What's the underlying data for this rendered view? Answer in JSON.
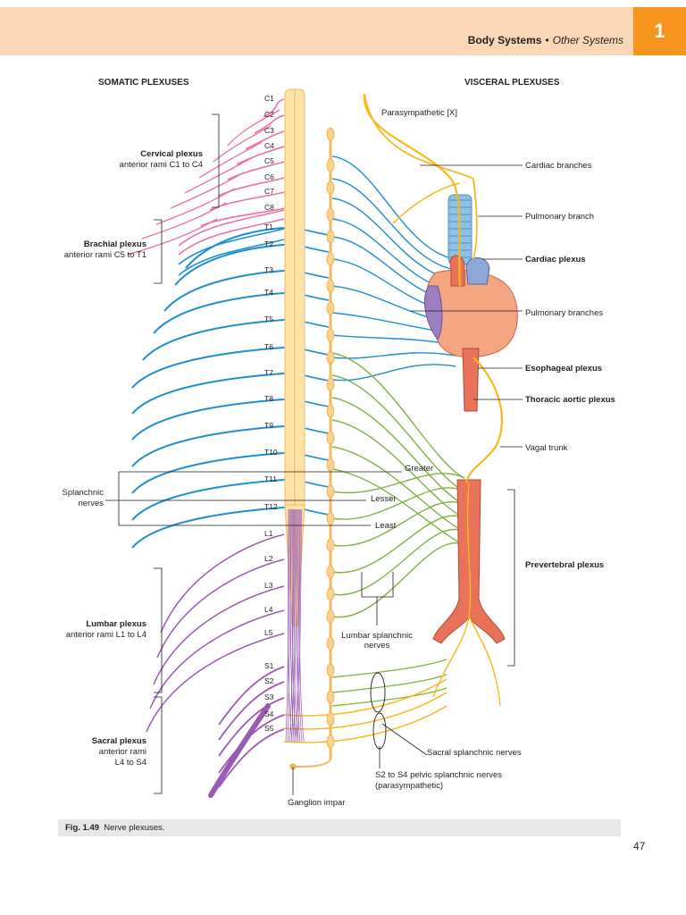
{
  "header": {
    "chapter_number": "1",
    "section_bold": "Body Systems",
    "separator": "•",
    "section_italic": "Other Systems"
  },
  "headings": {
    "somatic": "SOMATIC PLEXUSES",
    "visceral": "VISCERAL PLEXUSES"
  },
  "spinal_segments": {
    "cervical": [
      "C1",
      "C2",
      "C3",
      "C4",
      "C5",
      "C6",
      "C7",
      "C8"
    ],
    "thoracic": [
      "T1",
      "T2",
      "T3",
      "T4",
      "T5",
      "T6",
      "T7",
      "T8",
      "T9",
      "T10",
      "T11",
      "T12"
    ],
    "lumbar": [
      "L1",
      "L2",
      "L3",
      "L4",
      "L5"
    ],
    "sacral": [
      "S1",
      "S2",
      "S3",
      "S4",
      "S5"
    ]
  },
  "somatic_labels": {
    "cervical_title": "Cervical plexus",
    "cervical_sub": "anterior rami C1 to C4",
    "brachial_title": "Brachial plexus",
    "brachial_sub": "anterior rami C5 to T1",
    "splanchnic_line1": "Splanchnic",
    "splanchnic_line2": "nerves",
    "lumbar_title": "Lumbar plexus",
    "lumbar_sub": "anterior rami L1 to L4",
    "sacral_title": "Sacral plexus",
    "sacral_sub1": "anterior rami",
    "sacral_sub2": "L4 to S4"
  },
  "visceral_labels": {
    "parasympathetic": "Parasympathetic [X]",
    "cardiac_branches": "Cardiac branches",
    "pulmonary_branch": "Pulmonary branch",
    "cardiac_plexus": "Cardiac plexus",
    "pulmonary_branches": "Pulmonary branches",
    "esophageal_plexus": "Esophageal plexus",
    "thoracic_aortic_plexus": "Thoracic aortic plexus",
    "vagal_trunk": "Vagal trunk",
    "greater": "Greater",
    "lesser": "Lesser",
    "least": "Least",
    "prevertebral_plexus": "Prevertebral plexus",
    "lumbar_splanchnic_1": "Lumbar splanchnic",
    "lumbar_splanchnic_2": "nerves",
    "sacral_splanchnic": "Sacral splanchnic nerves",
    "pelvic_splanchnic_1": "S2 to S4 pelvic splanchnic nerves",
    "pelvic_splanchnic_2": "(parasympathetic)",
    "ganglion_impar": "Ganglion impar"
  },
  "caption": {
    "figure": "Fig. 1.49",
    "text": "Nerve plexuses."
  },
  "page_number": "47",
  "colors": {
    "header_bg": "#fbd6b4",
    "chapter_box": "#f7941d",
    "cervical_nerve": "#ee6fa8",
    "thoracic_nerve": "#1b8fd2",
    "lumbosacral_nerve": "#9b59b6",
    "sympathetic_green": "#7fb241",
    "parasympathetic_yellow": "#f9b81b",
    "spinal_cord": "#fde3a7",
    "artery": "#e8735a",
    "heart": "#f4a582",
    "trachea": "#7fb3d5"
  }
}
